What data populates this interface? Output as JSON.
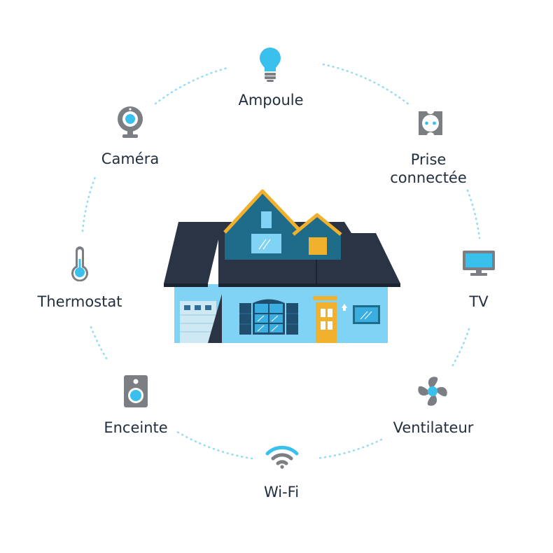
{
  "devices": [
    {
      "id": "ampoule",
      "label": "Ampoule",
      "icon": "light-bulb-icon"
    },
    {
      "id": "prise",
      "label_line1": "Prise",
      "label_line2": "connectée",
      "icon": "smart-plug-icon"
    },
    {
      "id": "tv",
      "label": "TV",
      "icon": "tv-icon"
    },
    {
      "id": "ventilateur",
      "label": "Ventilateur",
      "icon": "fan-icon"
    },
    {
      "id": "wifi",
      "label": "Wi-Fi",
      "icon": "wifi-icon"
    },
    {
      "id": "enceinte",
      "label": "Enceinte",
      "icon": "speaker-icon"
    },
    {
      "id": "thermostat",
      "label": "Thermostat",
      "icon": "thermostat-icon"
    },
    {
      "id": "camera",
      "label": "Caméra",
      "icon": "camera-icon"
    }
  ],
  "colors": {
    "accent": "#3ac0ec",
    "icon_gray": "#7b7f83",
    "text": "#232f3e",
    "roof": "#2a3444",
    "house_wall": "#81d3f6",
    "gable": "#1f6b8a",
    "trim": "#f2b12d",
    "dots": "#9adcf2"
  }
}
